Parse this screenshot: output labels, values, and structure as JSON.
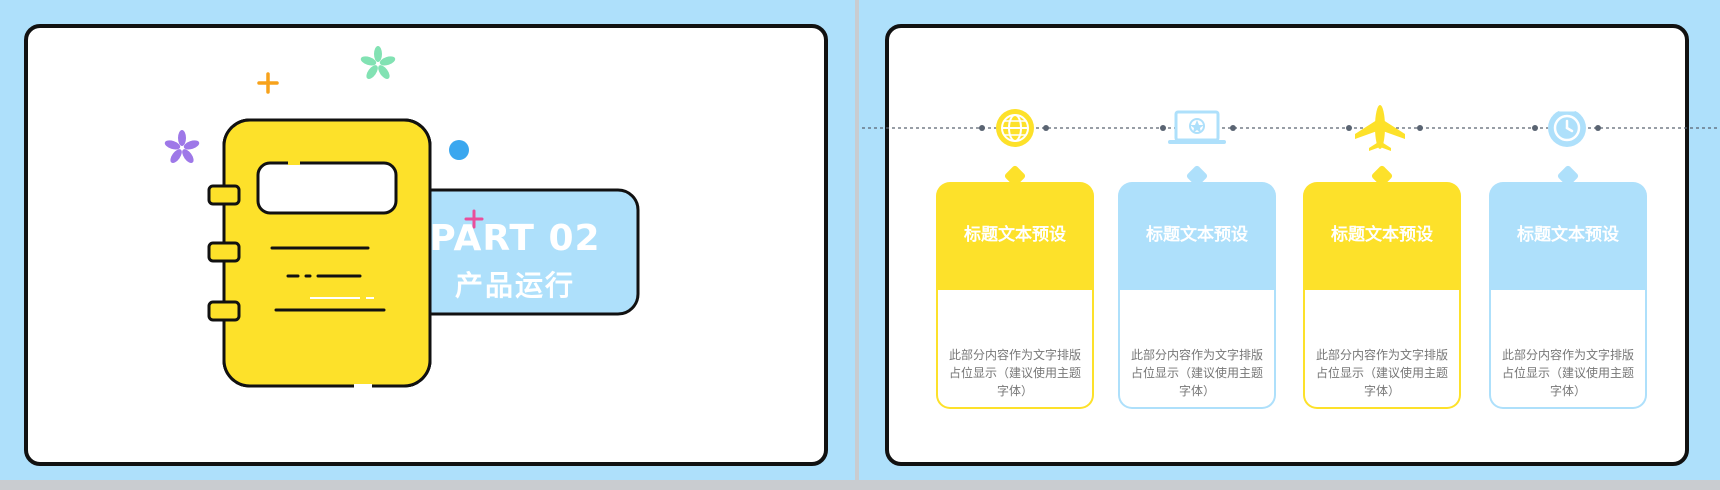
{
  "left_slide": {
    "part_label": "PART 02",
    "section_title": "产品运行"
  },
  "right_slide": {
    "timeline_icons": [
      "globe-icon",
      "laptop-icon",
      "airplane-icon",
      "clock-icon"
    ],
    "cards": [
      {
        "title": "标题文本预设",
        "description": "此部分内容作为文字排版占位显示（建议使用主题字体）",
        "color": "#fde12a"
      },
      {
        "title": "标题文本预设",
        "description": "此部分内容作为文字排版占位显示（建议使用主题字体）",
        "color": "#aee0fb"
      },
      {
        "title": "标题文本预设",
        "description": "此部分内容作为文字排版占位显示（建议使用主题字体）",
        "color": "#fde12a"
      },
      {
        "title": "标题文本预设",
        "description": "此部分内容作为文字排版占位显示（建议使用主题字体）",
        "color": "#aee0fb"
      }
    ]
  },
  "colors": {
    "background": "#aee0fb",
    "yellow": "#fde12a",
    "blue": "#aee0fb",
    "outline": "#111111"
  }
}
